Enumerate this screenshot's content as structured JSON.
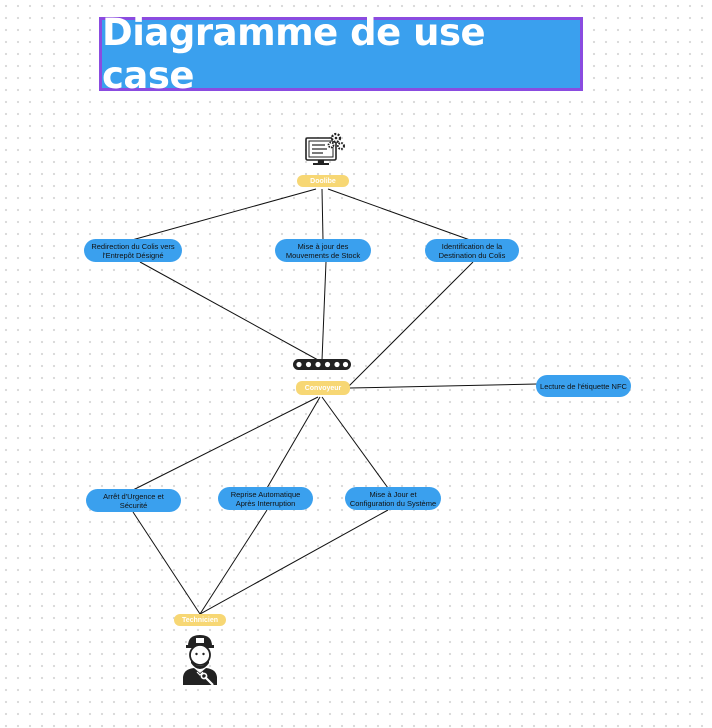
{
  "title": "Diagramme de use case",
  "actors": {
    "dooliber": "Doolibe",
    "convoyeur": "Convoyeur",
    "technicien": "Technicien"
  },
  "use_cases": {
    "redirection": "Redirection du Colis vers l'Entrepôt Désigné",
    "mise_a_jour_stock": "Mise à jour des Mouvements de Stock",
    "identification": "Identification de la Destination du Colis",
    "lecture_nfc": "Lecture de l'étiquette NFC",
    "arret_urgence": "Arrêt d'Urgence et Sécurité",
    "reprise_auto": "Reprise Automatique Après Interruption",
    "mise_a_jour_config": "Mise à Jour et Configuration du Système"
  },
  "icons": {
    "dooliber": "computer-gear-icon",
    "convoyeur": "conveyor-belt-icon",
    "technicien": "technician-icon"
  },
  "colors": {
    "usecase_fill": "#3aa0ee",
    "actor_fill": "#f7d774",
    "title_fill": "#3aa0ee",
    "title_border": "#8a4be0"
  }
}
